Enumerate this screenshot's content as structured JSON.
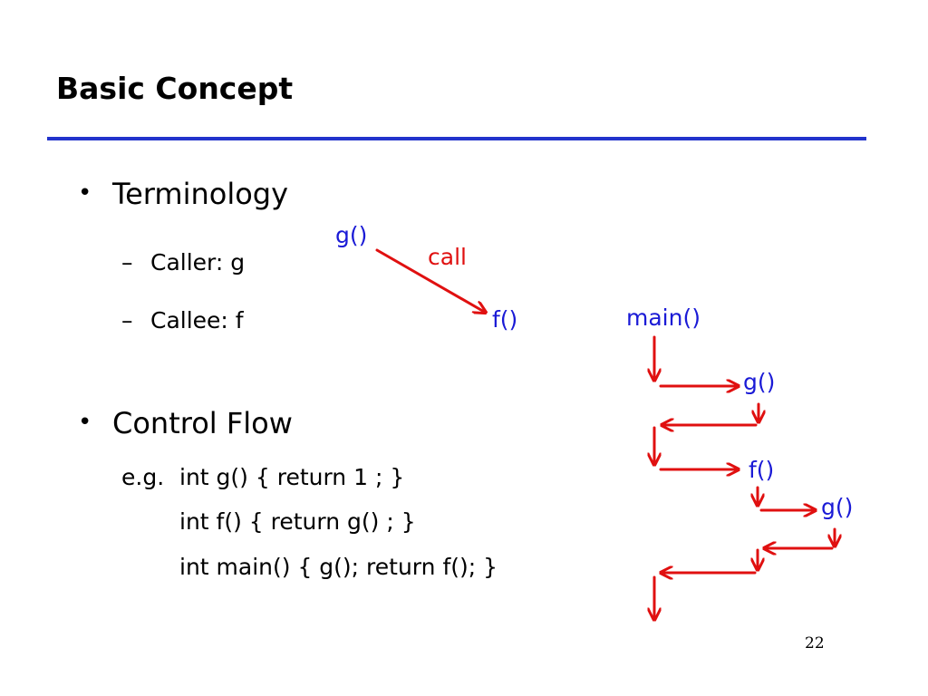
{
  "title": "Basic Concept",
  "bullets": [
    {
      "text": "Terminology"
    },
    {
      "text": "Control Flow"
    }
  ],
  "terminology": {
    "caller": "Caller: g",
    "callee": "Callee: f"
  },
  "call_diagram": {
    "caller_label": "g()",
    "call_label": "call",
    "callee_label": "f()"
  },
  "code": {
    "prefix": "e.g.",
    "line1": "int g()  {  return 1 ; }",
    "line2": "int f()  { return g() ; }",
    "line3": "int main() { g(); return f(); }"
  },
  "flow_diagram": {
    "main_label": "main()",
    "g_label_1": "g()",
    "f_label": "f()",
    "g_label_2": "g()"
  },
  "page_number": "22",
  "colors": {
    "rule": "#2233cc",
    "label_blue": "#1a1ad6",
    "arrow_red": "#e01010"
  }
}
